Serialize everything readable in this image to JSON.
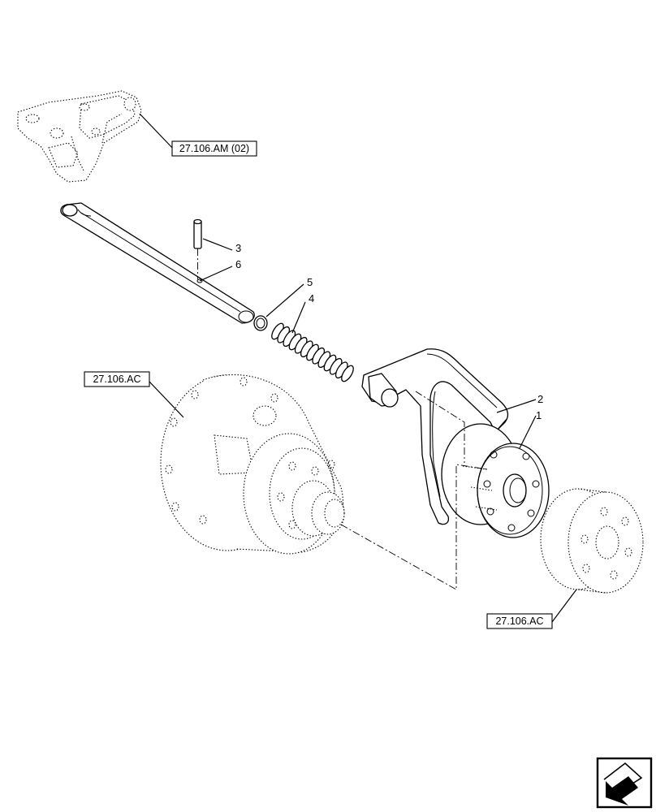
{
  "references": {
    "bracket_ref": "27.106.AM (02)",
    "housing_ref": "27.106.AC",
    "coupling_ref": "27.106.AC"
  },
  "callouts": [
    "1",
    "2",
    "3",
    "4",
    "5",
    "6"
  ],
  "icons": {
    "navigation": "next-page-arrow-icon"
  }
}
